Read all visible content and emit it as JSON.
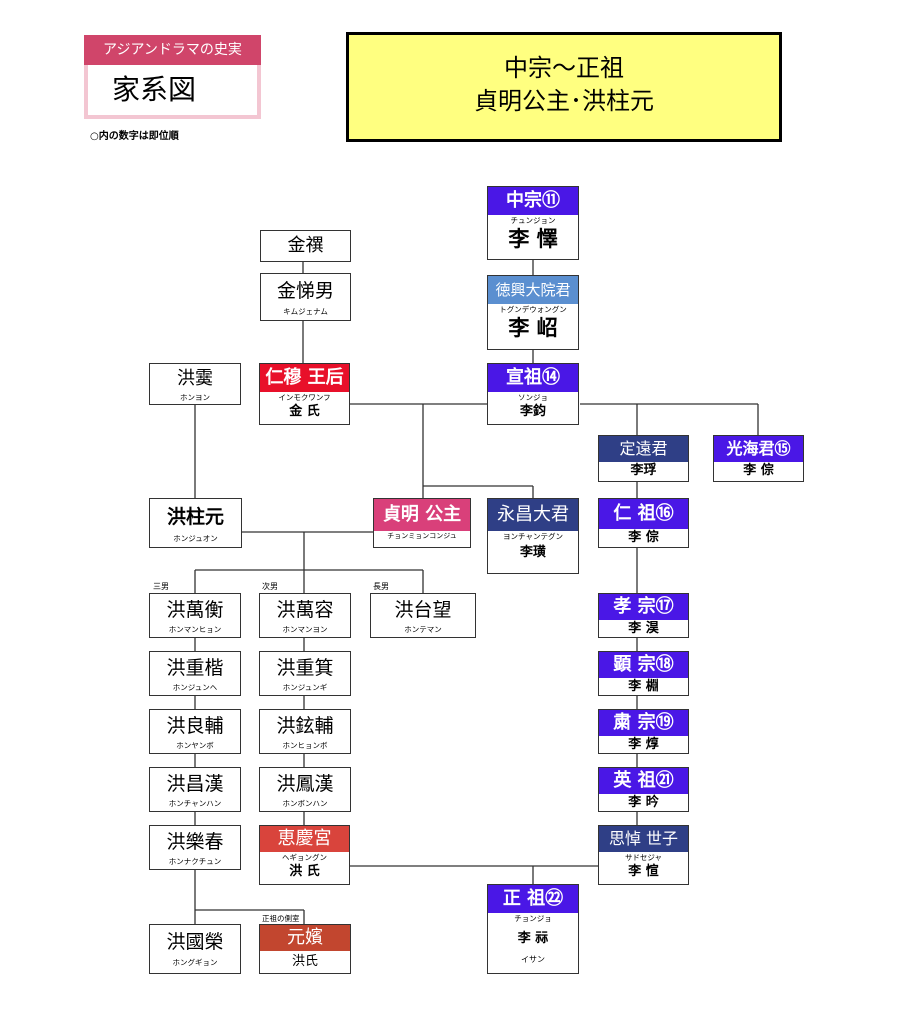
{
  "header": {
    "badge_top": "アジアンドラマの史実",
    "badge_bottom": "家系図",
    "note": "○内の数字は即位順",
    "title_line1": "中宗〜正祖",
    "title_line2": "貞明公主･洪柱元"
  },
  "colors": {
    "king": "#4a17e6",
    "prince_consort": "#5b8fd0",
    "prince": "#2f3f86",
    "queen": "#e8102a",
    "princess": "#d9407a",
    "hyegyeong": "#d9443c",
    "concubine": "#c2462f",
    "title_bg": "#ffff80",
    "badge": "#d0456a"
  },
  "nodes": {
    "jungjong": {
      "title": "中宗⑪",
      "reading": "チュンジョン",
      "name": "李 懌"
    },
    "deokheung": {
      "title": "徳興大院君",
      "reading": "トグンデウォングン",
      "name": "李 岹"
    },
    "seonjo": {
      "title": "宣祖⑭",
      "reading": "ソンジョ",
      "name": "李鈞"
    },
    "kimjae": {
      "title": "金禩"
    },
    "kimjenam": {
      "title": "金悌男",
      "reading": "キムジェナム"
    },
    "inmok": {
      "title": "仁穆 王后",
      "reading": "インモクワンフ",
      "name": "金 氏"
    },
    "hongyeong": {
      "title": "洪霙",
      "reading": "ホンヨン"
    },
    "jeongwon": {
      "title": "定遠君",
      "name": "李琈"
    },
    "gwanghae": {
      "title": "光海君⑮",
      "name": "李 倧"
    },
    "hongjuwon": {
      "title": "洪柱元",
      "reading": "ホンジュオン"
    },
    "jeongmyeong": {
      "title": "貞明 公主",
      "reading": "チョンミョンコンジュ"
    },
    "yeongchang": {
      "title": "永昌大君",
      "reading": "ヨンチャンテグン",
      "name": "李璜"
    },
    "injo": {
      "title": "仁 祖⑯",
      "name": "李 倧"
    },
    "hyojong": {
      "title": "孝 宗⑰",
      "name": "李 淏"
    },
    "hyeonjong": {
      "title": "顕 宗⑱",
      "name": "李 棩"
    },
    "sukjong": {
      "title": "粛 宗⑲",
      "name": "李 焞"
    },
    "yeongjo": {
      "title": "英 祖㉑",
      "name": "李 昑"
    },
    "sado": {
      "title": "思悼 世子",
      "reading": "サドセジャ",
      "name": "李 愃"
    },
    "jeongjo": {
      "title": "正 祖㉒",
      "reading": "チョンジョ",
      "name": "李 祘",
      "alias": "イサン"
    },
    "manhyeong": {
      "title": "洪萬衡",
      "reading": "ホンマンヒョン",
      "role": "三男"
    },
    "manyong": {
      "title": "洪萬容",
      "reading": "ホンマンヨン",
      "role": "次男"
    },
    "taemang": {
      "title": "洪台望",
      "reading": "ホンテマン",
      "role": "長男"
    },
    "junghae": {
      "title": "洪重楷",
      "reading": "ホンジュンヘ"
    },
    "junggi": {
      "title": "洪重箕",
      "reading": "ホンジュンギ"
    },
    "yangbo": {
      "title": "洪良輔",
      "reading": "ホンヤンボ"
    },
    "hyeonbo": {
      "title": "洪鉉輔",
      "reading": "ホンヒョンボ"
    },
    "changhan": {
      "title": "洪昌漢",
      "reading": "ホンチャンハン"
    },
    "bonghan": {
      "title": "洪鳳漢",
      "reading": "ホンボンハン"
    },
    "nakchun": {
      "title": "洪樂春",
      "reading": "ホンナクチュン"
    },
    "hyegyeong": {
      "title": "恵慶宮",
      "reading": "ヘギョングン",
      "name": "洪 氏"
    },
    "gugyeong": {
      "title": "洪國榮",
      "reading": "ホングギョン"
    },
    "wonbin": {
      "title": "元嬪",
      "name": "洪氏",
      "role": "正祖の側室"
    }
  }
}
